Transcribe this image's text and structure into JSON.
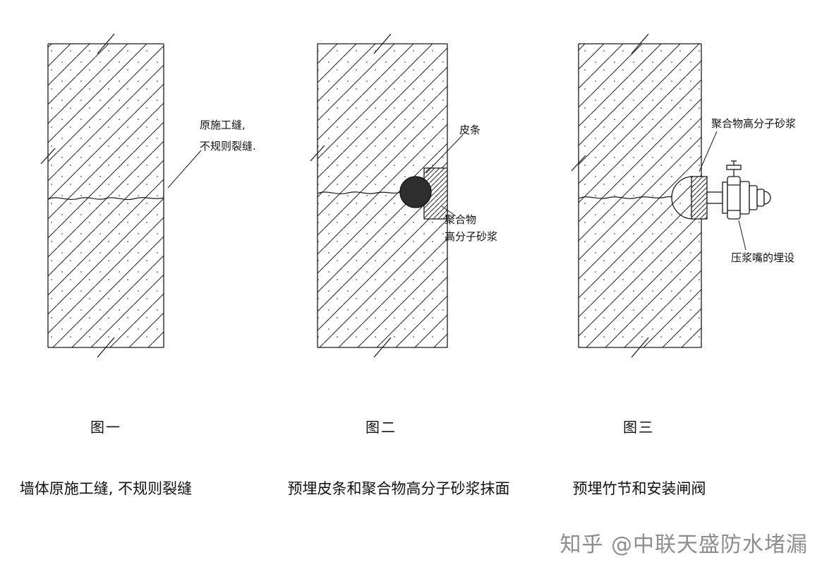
{
  "fig1": {
    "label": "图一",
    "caption": "墙体原施工缝, 不规则裂缝",
    "annotation_line1": "原施工缝,",
    "annotation_line2": "不规则裂缝."
  },
  "fig2": {
    "label": "图二",
    "caption": "预埋皮条和聚合物高分子砂浆抹面",
    "strip_label": "皮条",
    "mortar_line1": "聚合物",
    "mortar_line2": "高分子砂浆"
  },
  "fig3": {
    "label": "图三",
    "caption": "预埋竹节和安装闸阀",
    "mortar_label": "聚合物高分子砂浆",
    "nozzle_label": "压浆嘴的埋设"
  },
  "watermark": {
    "text": "知乎 @中联天盛防水堵漏"
  },
  "colors": {
    "line": "#1a1a1a",
    "strip_fill": "#2e2e2e",
    "watermark": "#8e8e8e",
    "background": "#ffffff"
  }
}
